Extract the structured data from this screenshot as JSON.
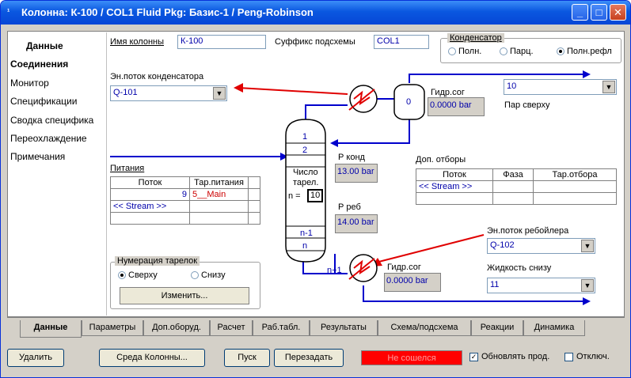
{
  "window": {
    "title": "Колонна: К-100 / COL1  Fluid Pkg: Базис-1 / Peng-Robinson",
    "icon": "column-window-icon",
    "controls": [
      "_",
      "□",
      "✕"
    ]
  },
  "sidebar": {
    "header": "Данные",
    "items": [
      "Соединения",
      "Монитор",
      "Спецификации",
      "Сводка специфика",
      "Переохлаждение",
      "Примечания"
    ]
  },
  "header": {
    "column_name_label": "Имя колонны",
    "column_name_value": "К-100",
    "subscheme_suffix_label": "Суффикс подсхемы",
    "subscheme_suffix_value": "COL1"
  },
  "condenser": {
    "group_title": "Конденсатор",
    "options": [
      "Полн.",
      "Парц.",
      "Полн.рефл"
    ],
    "selected": "Полн.рефл",
    "energy_stream_label": "Эн.поток конденсатора",
    "energy_stream_value": "Q-101",
    "drum_label": "0",
    "hydraulic_label": "Гидр.сог",
    "hydraulic_value": "0.0000 bar",
    "overhead_vapour_value": "10",
    "overhead_vapour_label": "Пар сверху"
  },
  "column": {
    "tray_top": "1",
    "tray_2": "2",
    "tray_count_label_line1": "Число",
    "tray_count_label_line2": "тарел.",
    "n_label": "n =",
    "n_value": "10",
    "tray_n_minus_1": "n-1",
    "tray_n": "n",
    "tray_n_plus_1": "n+1"
  },
  "pressure": {
    "cond_label": "Р конд",
    "cond_value": "13.00 bar",
    "reb_label": "Р реб",
    "reb_value": "14.00 bar"
  },
  "feeds": {
    "label": "Питания",
    "columns": [
      "Поток",
      "Тар.питания"
    ],
    "rows": [
      {
        "stream": "9",
        "tray": "5__Main"
      },
      {
        "stream": "<< Stream >>",
        "tray": ""
      }
    ]
  },
  "side_draws": {
    "label": "Доп. отборы",
    "columns": [
      "Поток",
      "Фаза",
      "Тар.отбора"
    ],
    "rows": [
      {
        "stream": "<< Stream >>",
        "phase": "",
        "tray": ""
      }
    ]
  },
  "reboiler": {
    "energy_stream_label": "Эн.поток ребойлера",
    "energy_stream_value": "Q-102",
    "hydraulic_label": "Гидр.сог",
    "hydraulic_value": "0.0000 bar",
    "bottoms_label": "Жидкость снизу",
    "bottoms_value": "11"
  },
  "tray_numbering": {
    "group_title": "Нумерация тарелок",
    "options": [
      "Сверху",
      "Снизу"
    ],
    "selected": "Сверху",
    "change_button": "Изменить..."
  },
  "tabs": [
    "Данные",
    "Параметры",
    "Доп.оборуд.",
    "Расчет",
    "Раб.табл.",
    "Результаты",
    "Схема/подсхема",
    "Реакции",
    "Динамика"
  ],
  "active_tab": "Данные",
  "bottom_bar": {
    "delete_button": "Удалить",
    "column_env_button": "Среда Колонны...",
    "run_button": "Пуск",
    "reset_button": "Перезадать",
    "status_text": "Не сошелся",
    "update_label": "Обновлять прод.",
    "update_checked": true,
    "disable_label": "Отключ.",
    "disable_checked": false
  },
  "colors": {
    "title_bar": "#0a57e0",
    "stream_blue": "#0000cc",
    "energy_red": "#e00000",
    "status_red": "#ff0000",
    "window_bg": "#d4d0c8"
  }
}
